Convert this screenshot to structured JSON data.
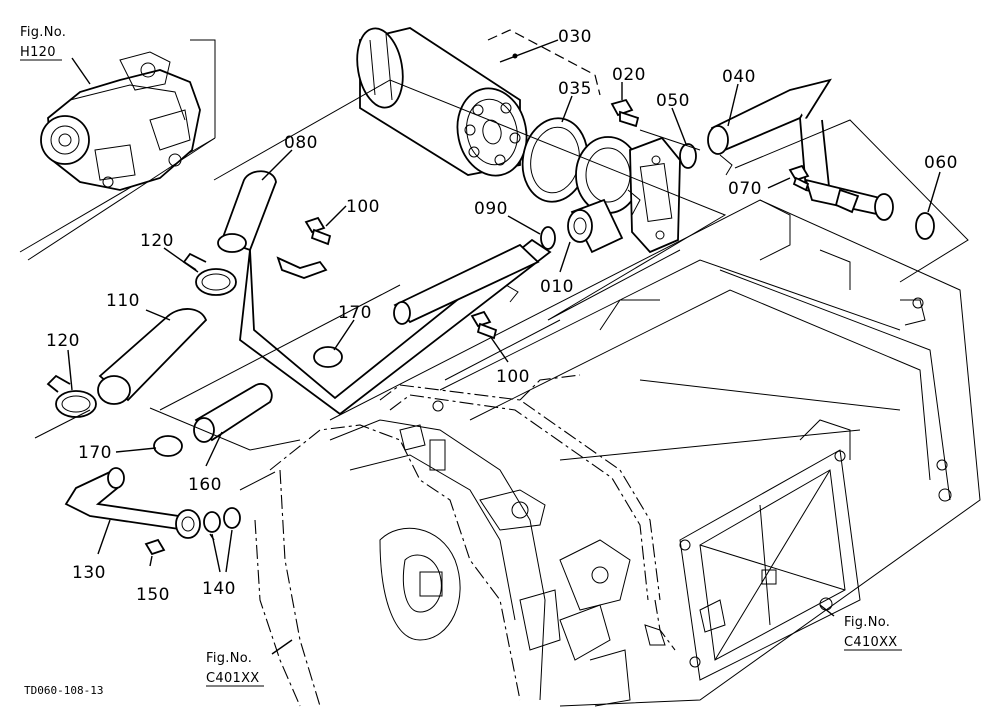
{
  "callouts": [
    {
      "id": "030",
      "text": "030"
    },
    {
      "id": "035",
      "text": "035"
    },
    {
      "id": "020",
      "text": "020"
    },
    {
      "id": "050",
      "text": "050"
    },
    {
      "id": "040",
      "text": "040"
    },
    {
      "id": "060",
      "text": "060"
    },
    {
      "id": "070",
      "text": "070"
    },
    {
      "id": "080",
      "text": "080"
    },
    {
      "id": "100a",
      "text": "100"
    },
    {
      "id": "090",
      "text": "090"
    },
    {
      "id": "010",
      "text": "010"
    },
    {
      "id": "120a",
      "text": "120"
    },
    {
      "id": "110",
      "text": "110"
    },
    {
      "id": "170a",
      "text": "170"
    },
    {
      "id": "100b",
      "text": "100"
    },
    {
      "id": "120b",
      "text": "120"
    },
    {
      "id": "170b",
      "text": "170"
    },
    {
      "id": "160",
      "text": "160"
    },
    {
      "id": "130",
      "text": "130"
    },
    {
      "id": "150",
      "text": "150"
    },
    {
      "id": "140",
      "text": "140"
    }
  ],
  "figure_refs": {
    "h120": {
      "prefix": "Fig.No.",
      "code": "H120"
    },
    "c410": {
      "prefix": "Fig.No.",
      "code": "C410XX"
    },
    "c401": {
      "prefix": "Fig.No.",
      "code": "C401XX"
    }
  },
  "drawing_code": "TD060-108-13"
}
